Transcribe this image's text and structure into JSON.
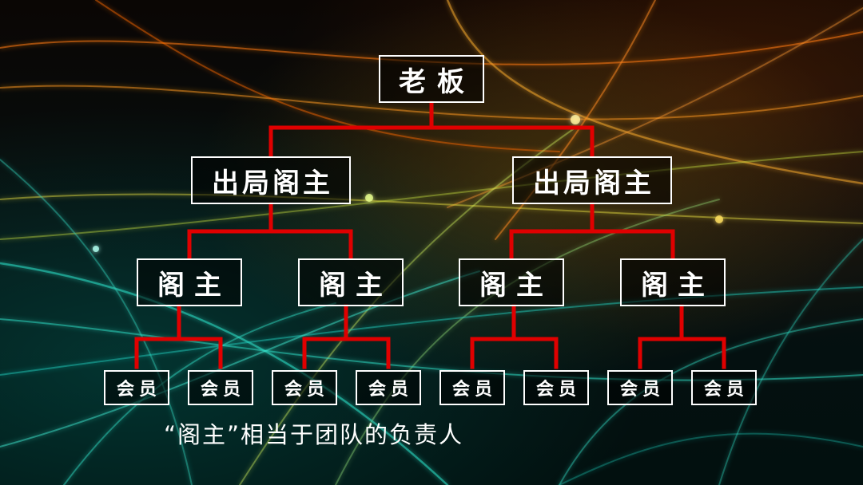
{
  "colors": {
    "connector": "#e00000",
    "node_border": "#ffffff",
    "text": "#ffffff",
    "glow_orange": "#ff8a1e",
    "glow_teal": "#30e0c8",
    "glow_yellow": "#ffe040"
  },
  "chart": {
    "root": "老板",
    "level1": [
      "出局阁主",
      "出局阁主"
    ],
    "level2": [
      "阁主",
      "阁主",
      "阁主",
      "阁主"
    ],
    "level3": [
      "会员",
      "会员",
      "会员",
      "会员",
      "会员",
      "会员",
      "会员",
      "会员"
    ]
  },
  "caption": "“阁主”相当于团队的负责人"
}
